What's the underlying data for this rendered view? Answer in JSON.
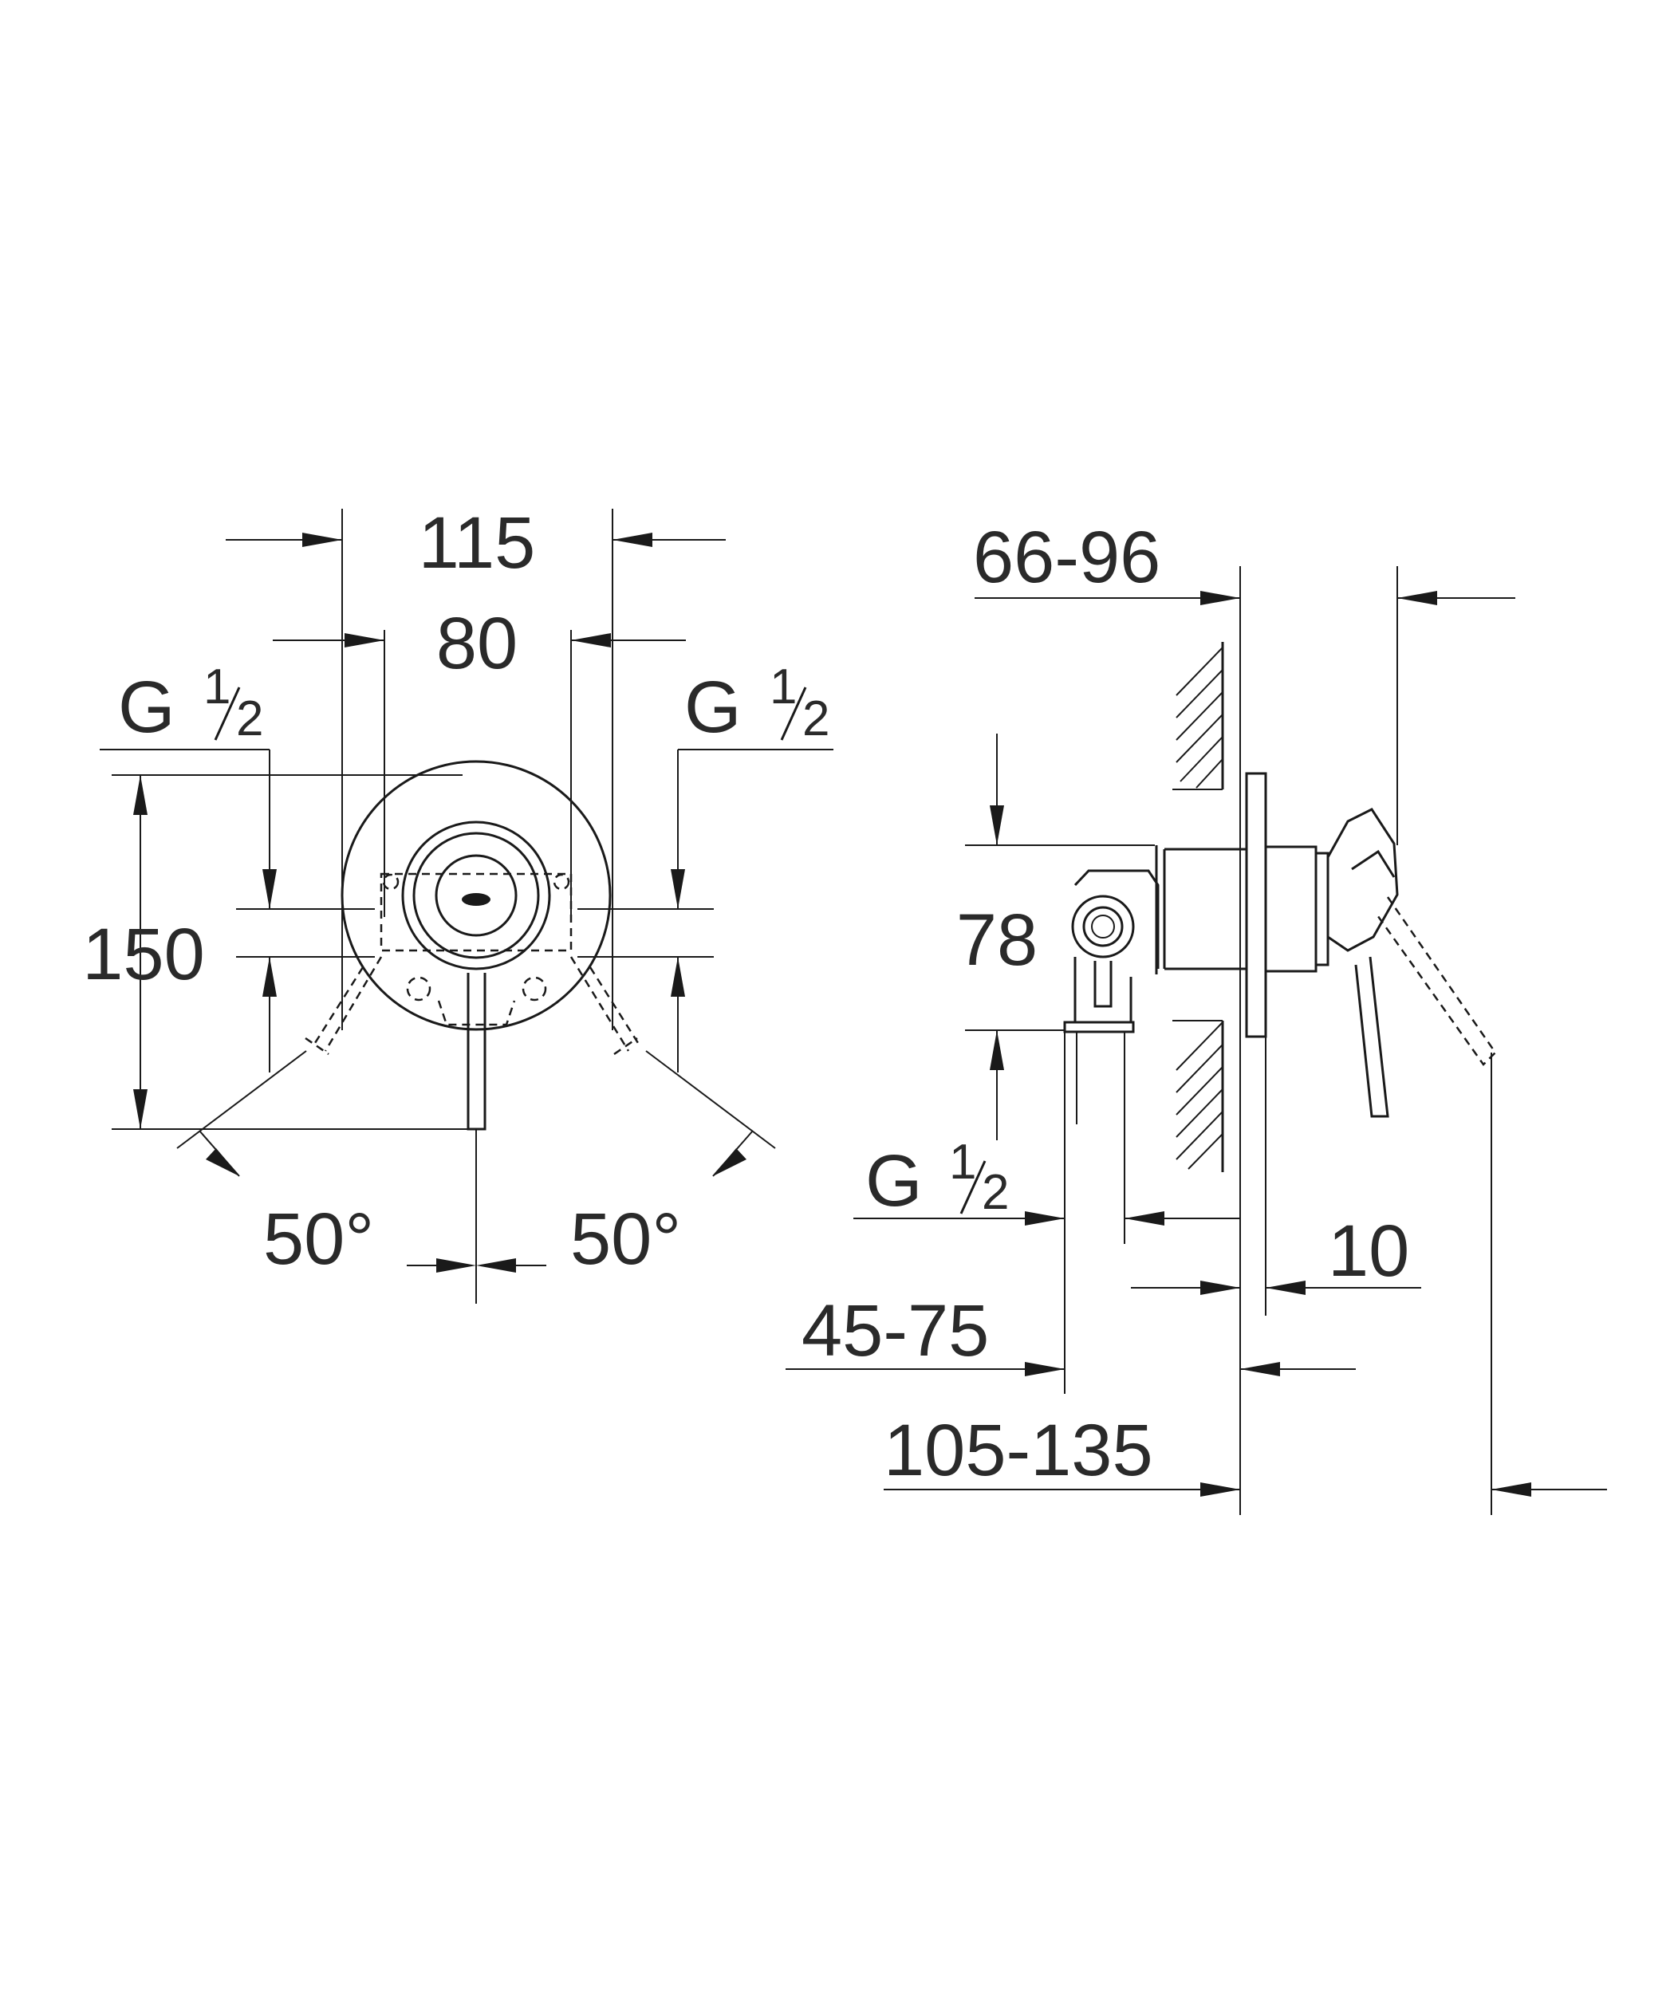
{
  "front_view": {
    "dim_width_outer": "115",
    "dim_width_inner": "80",
    "dim_height": "150",
    "thread_left": {
      "letter": "G",
      "num": "1",
      "den": "2"
    },
    "thread_right": {
      "letter": "G",
      "num": "1",
      "den": "2"
    },
    "angle_left": "50°",
    "angle_right": "50°"
  },
  "side_view": {
    "dim_depth_range": "66-96",
    "dim_height": "78",
    "thread": {
      "letter": "G",
      "num": "1",
      "den": "2"
    },
    "dim_plate": "10",
    "dim_inlet_range": "45-75",
    "dim_overall_range": "105-135"
  }
}
